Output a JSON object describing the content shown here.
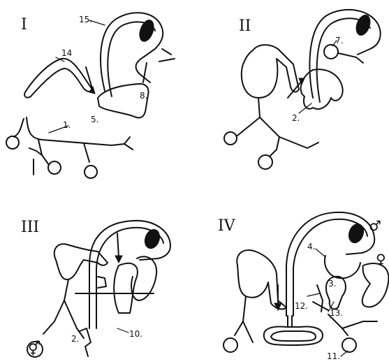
{
  "panels": [
    {
      "numeral": "I",
      "labels": {
        "l15": "15.",
        "l14": "14",
        "l8": "8.",
        "l5": "5.",
        "l1": "1."
      }
    },
    {
      "numeral": "II",
      "labels": {
        "l7": "7.",
        "l2": "2."
      }
    },
    {
      "numeral": "III",
      "labels": {
        "l10": "10.",
        "l2": "2."
      },
      "symbols": {
        "hermaphrodite": "⚥"
      }
    },
    {
      "numeral": "IV",
      "labels": {
        "l4": "4.",
        "l3": "3.",
        "l12": "12.",
        "l13": "13.",
        "l11": "11."
      },
      "symbols": {
        "male": "♂",
        "female": "♀"
      }
    }
  ]
}
